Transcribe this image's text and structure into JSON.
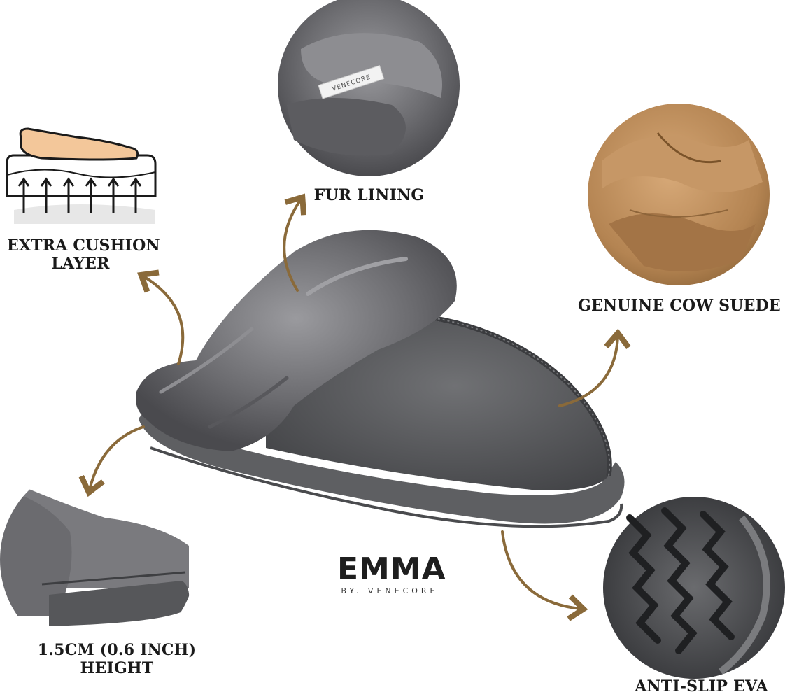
{
  "features": {
    "cushion": {
      "line1": "EXTRA CUSHION",
      "line2": "LAYER"
    },
    "fur": {
      "label": "FUR LINING",
      "tag_text": "VENECORE"
    },
    "suede": {
      "label": "GENUINE COW SUEDE"
    },
    "height": {
      "line1": "1.5CM (0.6 INCH)",
      "line2": "HEIGHT"
    },
    "sole": {
      "label": "ANTI-SLIP EVA"
    }
  },
  "brand": {
    "name": "EMMA",
    "byline": "BY. VENECORE"
  },
  "colors": {
    "arrow": "#8a6a3a",
    "fur": "#6f6f72",
    "suede": "#58595b",
    "sole": "#5e5f62",
    "cow_suede": "#b8895a",
    "hand": "#f3c79a"
  }
}
